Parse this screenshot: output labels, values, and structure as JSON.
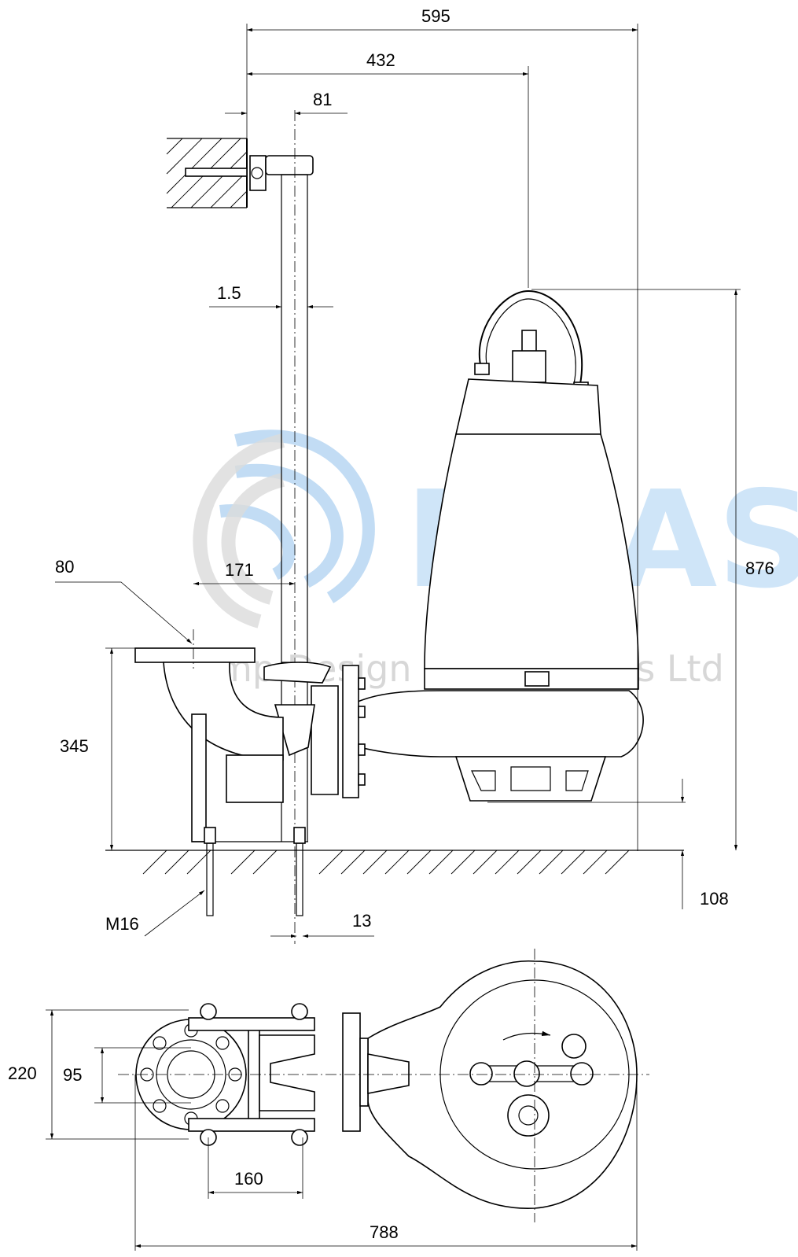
{
  "watermark": {
    "brand": "PDAS",
    "company": "Pump Design and Services Ltd",
    "colors": {
      "brand_text": "#cfe5f8",
      "logo_swirl": "#bcd9f3",
      "company_text": "#d7d7d7"
    }
  },
  "dimensions": {
    "overall_width": "595",
    "to_pump_axis": "432",
    "guide_rail_offset": "81",
    "rail_clearance": "1.5",
    "outlet_to_rail": "171",
    "outlet_dn": "80",
    "outlet_height": "345",
    "overall_height": "876",
    "base_clearance": "108",
    "anchor_bolt": "M16",
    "bolt_offset": "13",
    "base_width": "220",
    "bolt_spacing": "95",
    "bolt_pitch": "160",
    "overall_length": "788"
  },
  "colors": {
    "line": "#000000",
    "background": "#ffffff"
  }
}
